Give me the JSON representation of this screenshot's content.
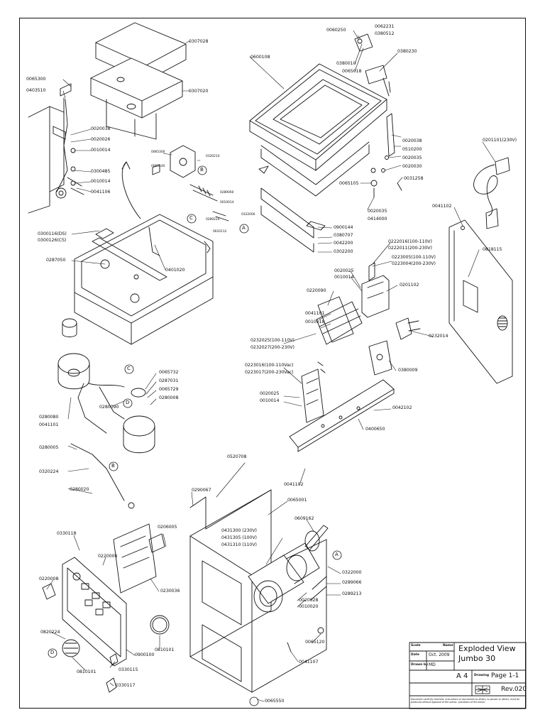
{
  "parts": {
    "p0307028": "0307028",
    "p0307020": "0307020",
    "p0065300": "0065300",
    "p0403510": "0403510",
    "p0020038a": "0020038",
    "p0020026": "0020026",
    "p0010014a": "0010014",
    "p0300485": "0300485",
    "p0010014b": "0010014",
    "p0041106": "0041106",
    "p0300116": "0300116(DS)",
    "p0300126": "0300126(CS)",
    "p0287050": "0287050",
    "p0401020": "0401020",
    "p0065732": "0065732",
    "p0287031": "0287031",
    "p0065729": "0065729",
    "p0280008": "0280008",
    "p0280090": "0280090",
    "p0041101a": "0041101",
    "p0280080": "0280080",
    "p0280005": "0280005",
    "p0320224": "0320224",
    "p0280020": "0280020",
    "p0060250": "0060250",
    "p0062231": "0062231",
    "p0380512": "0380512",
    "p0380010": "0380010",
    "p0065018": "0065018",
    "p0380230": "0380230",
    "p0600108": "0600108",
    "p0020038b": "0020038",
    "p0510200": "0510200",
    "p0020035a": "0020035",
    "p0020030": "0020030",
    "p0031258": "0031258",
    "p0065105": "0065105",
    "p0020035b": "0020035",
    "p0414000": "0414000",
    "p0900144": "0900144",
    "p0380707": "0380707",
    "p0042200": "0042200",
    "p0302200": "0302200",
    "p0201101": "0201101(230V)",
    "p0041102a": "0041102",
    "p0818115": "0818115",
    "p0222016": "0222016(100-110V)",
    "p0222011": "0222011(200-230V)",
    "p0223005": "0223005(100-110V)",
    "p0223004": "0223004(200-230V)",
    "p0020025a": "0020025",
    "p0010014c": "0010014",
    "p0220090": "0220090",
    "p0201102": "0201102",
    "p0041101b": "0041101",
    "p0010018": "0010018",
    "p0232014": "0232014",
    "p0232025": "0232025(100-110V)",
    "p0232027": "0232027(200-230V)",
    "p0380009": "0380009",
    "p0223016": "0223016(100-110Vac)",
    "p0223017": "0223017(200-230Vac)",
    "p0020025b": "0020025",
    "p0010014d": "0010014",
    "p0042102": "0042102",
    "p0400650": "0400650",
    "p0041102b": "0041102",
    "p0520708": "0520708",
    "p0290067": "0290067",
    "p0065001": "0065001",
    "p0330118": "0330118",
    "p0206005": "0206005",
    "p0220006": "0220006",
    "p0220008": "0220008",
    "p0230036": "0230036",
    "p0431300": "0431300 (230V)",
    "p0431305": "0431305 (100V)",
    "p0431310": "0431310 (110V)",
    "p0609162": "0609162",
    "p0322000": "0322000",
    "p0289066": "0289066",
    "p0289213": "0289213",
    "p0020028": "0020028",
    "p0010020": "0010020",
    "p0820224": "0820224",
    "p0900100": "0900100",
    "p0810101a": "0810101",
    "p0810101b": "0810101",
    "p0330115": "0330115",
    "p0330117": "0330117",
    "p0065120": "0065120",
    "p0041107": "0041107",
    "p0065550": "0065550"
  },
  "callouts": {
    "A1": "A",
    "B1": "B",
    "C1": "C",
    "C2": "C",
    "D1": "D",
    "B2": "B",
    "A2": "A",
    "D2": "D"
  },
  "title_block": {
    "scale_label": "Scale",
    "date_label": "Date",
    "date_value": "Oct. 2009",
    "drawn_label": "Drawn by",
    "drawn_value": "MD",
    "name_label": "Name",
    "title_line1": "Exploded View",
    "title_line2": "Jumbo 30",
    "paper_size": "A 4",
    "drawing_label": "Drawing",
    "page": "Page 1-1",
    "revision": "Rev.020",
    "notice": "Document carefully reserved. Instructions or documents to others, to person or others, must be produced without approval of the author, provisions of the owner."
  }
}
